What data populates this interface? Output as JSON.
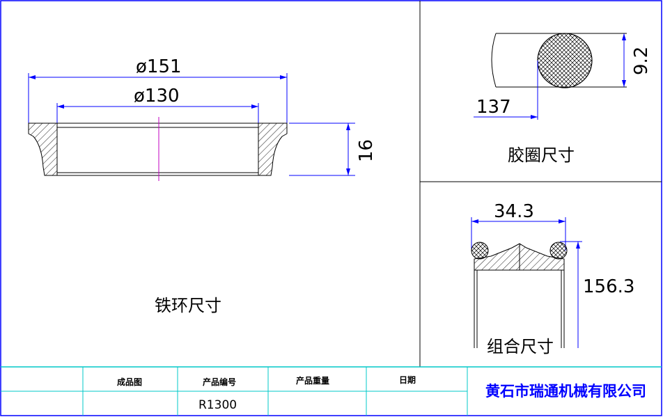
{
  "iron_ring": {
    "outer_diameter": "ø151",
    "inner_diameter": "ø130",
    "height": "16",
    "caption": "铁环尺寸"
  },
  "rubber_ring": {
    "section_height": "9.2",
    "diameter": "137",
    "caption": "胶圈尺寸"
  },
  "assembly": {
    "width": "34.3",
    "diameter": "156.3",
    "caption": "组合尺寸"
  },
  "title_block": {
    "headers": [
      "成品图",
      "产品编号",
      "产品重量",
      "日期"
    ],
    "values": [
      "",
      "R1300",
      "",
      ""
    ],
    "company": "黄石市瑞通机械有限公司"
  },
  "colors": {
    "border": "#0000ff",
    "table_lines": "#00c8c8",
    "dimension": "#0000ff",
    "center_mark": "#c000c0",
    "company_text": "#0000ff"
  }
}
